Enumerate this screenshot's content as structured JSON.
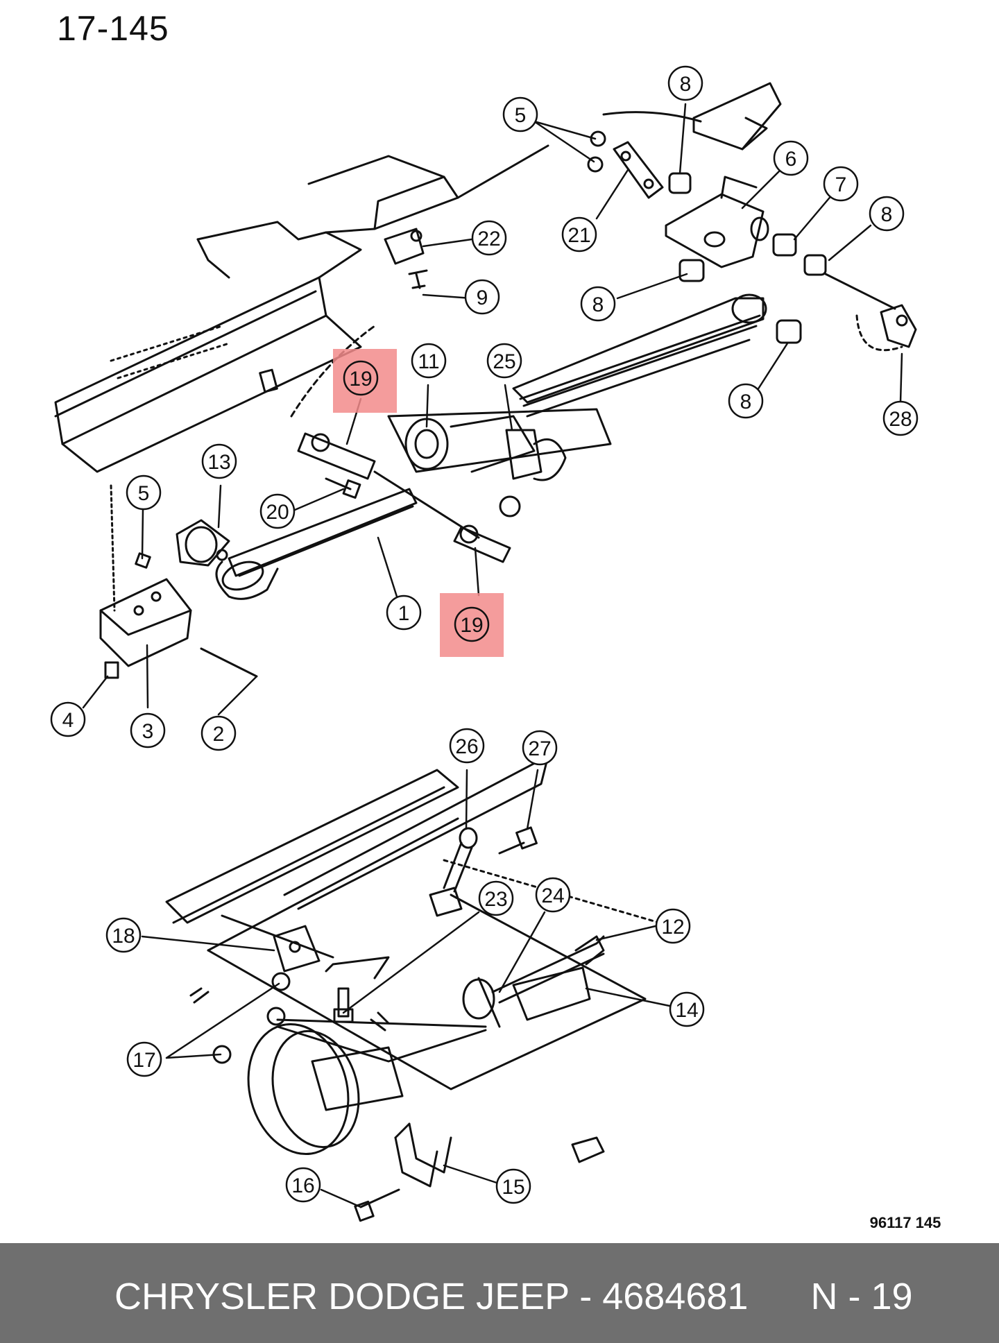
{
  "page_number": "17-145",
  "diagram_code": "96117 145",
  "footer": {
    "brand": "CHRYSLER DODGE JEEP",
    "part_number": "4684681",
    "callout_ref": "N - 19"
  },
  "highlight_color": "#f28b8b",
  "callouts": {
    "c1": "1",
    "c2": "2",
    "c3": "3",
    "c4": "4",
    "c5a": "5",
    "c5b": "5",
    "c6": "6",
    "c7": "7",
    "c8a": "8",
    "c8b": "8",
    "c8c": "8",
    "c8d": "8",
    "c9": "9",
    "c11": "11",
    "c12": "12",
    "c13": "13",
    "c14": "14",
    "c15": "15",
    "c16": "16",
    "c17": "17",
    "c18": "18",
    "c19a": "19",
    "c19b": "19",
    "c20": "20",
    "c21": "21",
    "c22": "22",
    "c23": "23",
    "c24": "24",
    "c25": "25",
    "c26": "26",
    "c27": "27",
    "c28": "28"
  }
}
